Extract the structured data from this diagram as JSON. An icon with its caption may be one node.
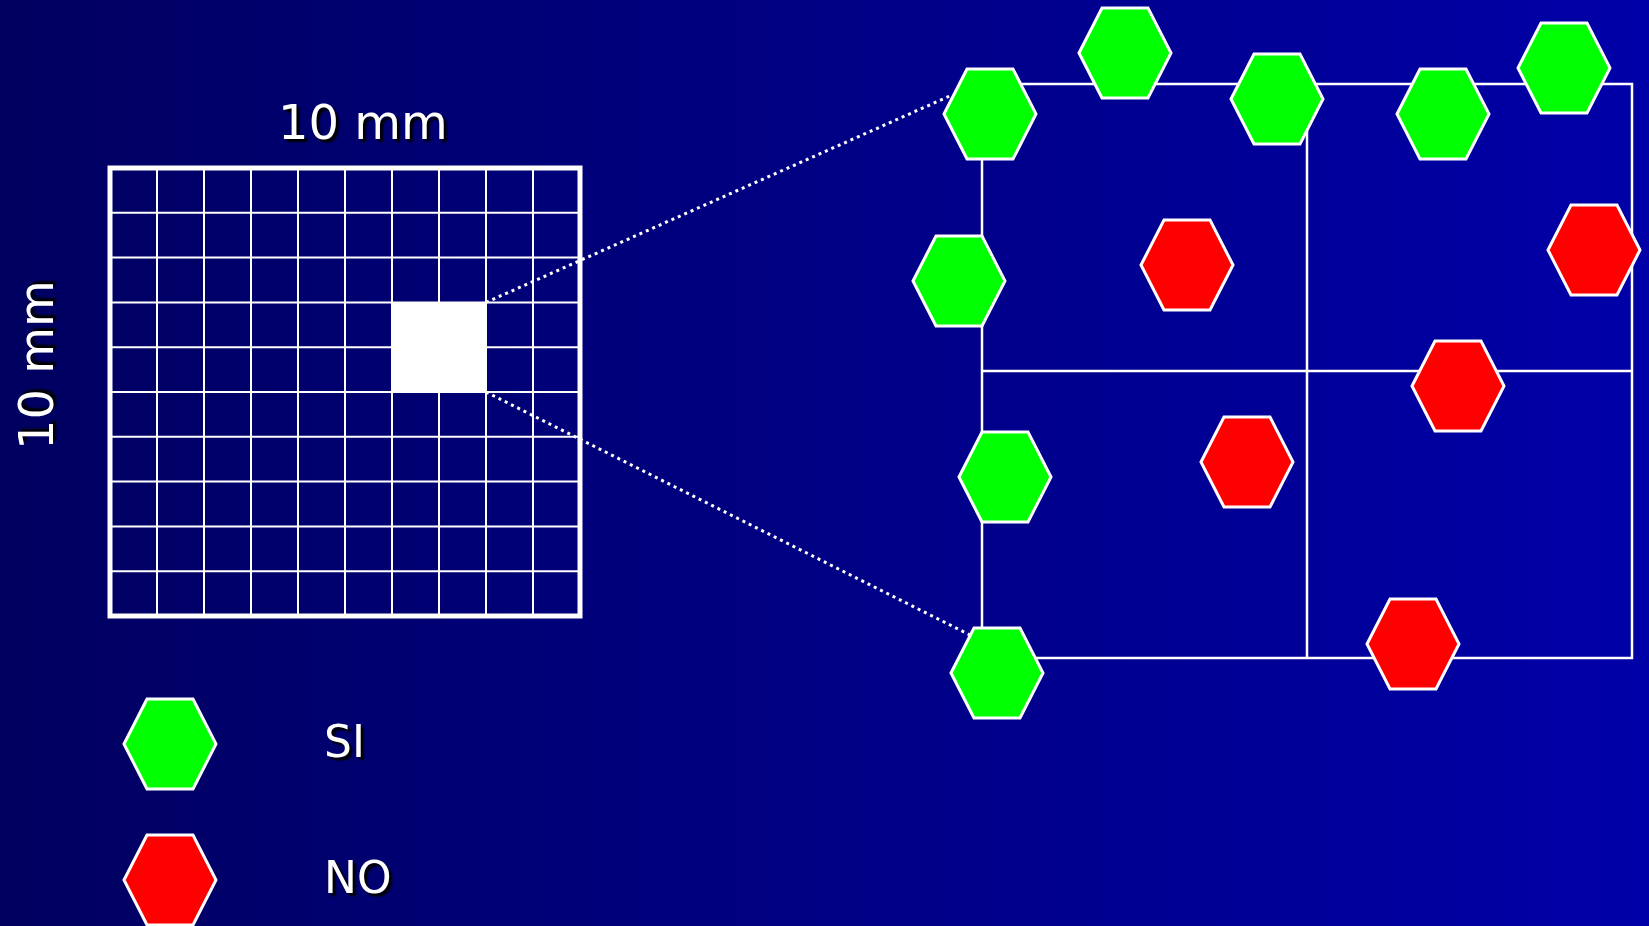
{
  "diagram": {
    "labels": [
      "10 mm",
      "10 mm"
    ],
    "legend": [
      {
        "text": "SI",
        "color": "#00ff00"
      },
      {
        "text": "NO",
        "color": "#ff0000"
      }
    ]
  }
}
